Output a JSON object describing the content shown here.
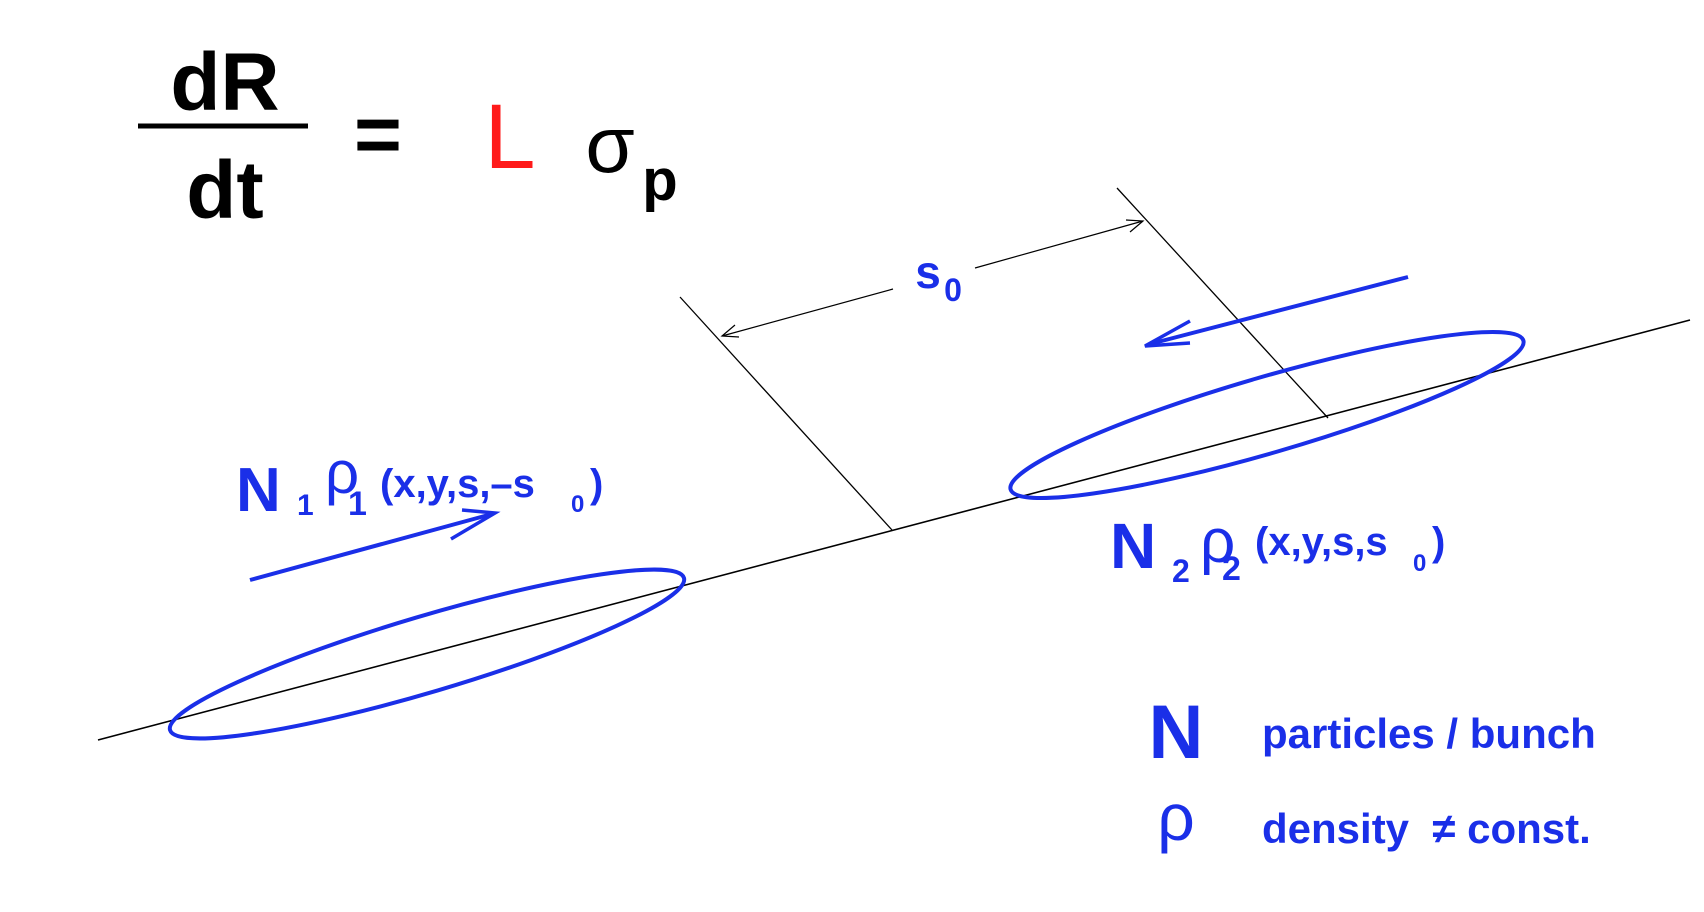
{
  "colors": {
    "black": "#000000",
    "blue": "#1a2fe8",
    "red": "#ff1a1a"
  },
  "formula": {
    "numerator": "dR",
    "denominator": "dt",
    "equals": "=",
    "luminosity": "L",
    "sigma": "σ",
    "sigma_sub": "p"
  },
  "separation": {
    "symbol": "s",
    "sub": "0"
  },
  "bunch1": {
    "N": "N",
    "N_sub": "1",
    "rho": "ρ",
    "rho_sub": "1",
    "args_open": "(x,y,s,–s",
    "args_sub": "0",
    "args_close": ")"
  },
  "bunch2": {
    "N": "N",
    "N_sub": "2",
    "rho": "ρ",
    "rho_sub": "2",
    "args_open": "(x,y,s,s",
    "args_sub": "0",
    "args_close": ")"
  },
  "legend": [
    {
      "symbol": "N",
      "text": "particles / bunch"
    },
    {
      "symbol": "ρ",
      "text": "density  ≠ const."
    }
  ]
}
